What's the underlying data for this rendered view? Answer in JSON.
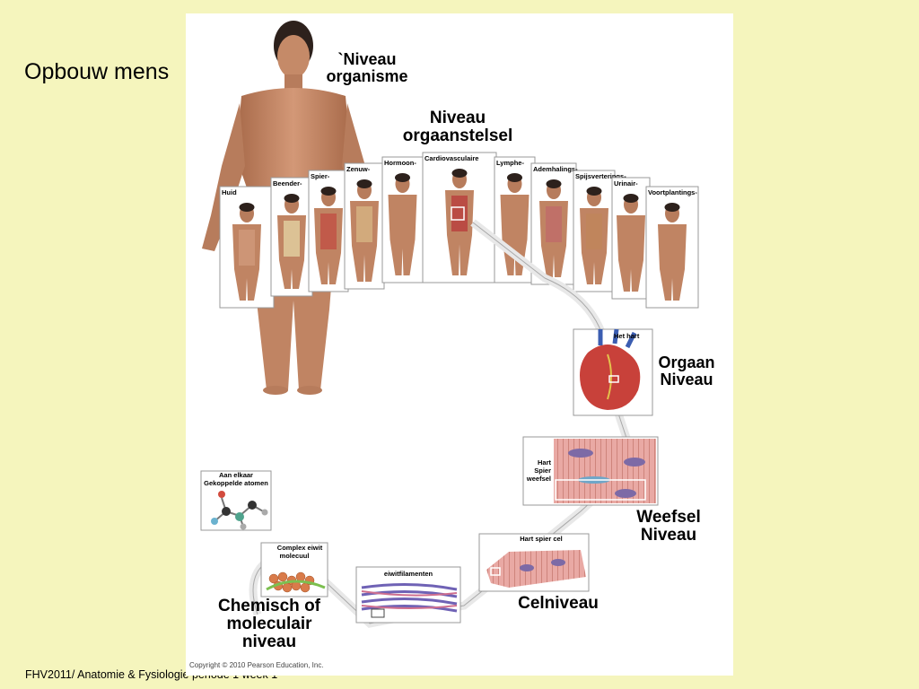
{
  "slide": {
    "title": "Opbouw mens",
    "footer": "FHV2011/ Anatomie & Fysiologie periode 1 week 1"
  },
  "figure": {
    "copyright": "Copyright © 2010 Pearson Education, Inc.",
    "levels": {
      "organism": "`Niveau organisme",
      "organ_system": "Niveau orgaanstelsel",
      "organ": "Orgaan Niveau",
      "tissue": "Weefsel Niveau",
      "cell": "Celniveau",
      "chemical": "Chemisch of moleculair niveau"
    },
    "organ_systems": [
      "Huid",
      "Beender-",
      "Spier-",
      "Zenuw-",
      "Hormoon-",
      "Cardiovasculaire",
      "Lymphe-",
      "Ademhalings-",
      "Spijsverterings-",
      "Urinair-",
      "Voortplantings-"
    ],
    "inset_labels": {
      "heart": "Het hart",
      "tissue": "Hart Spier weefsel",
      "cell": "Hart spier cel",
      "filaments": "eiwitfilamenten",
      "protein": "Complex eiwit molecuul",
      "atoms": "Aan elkaar Gekoppelde atomen"
    }
  }
}
